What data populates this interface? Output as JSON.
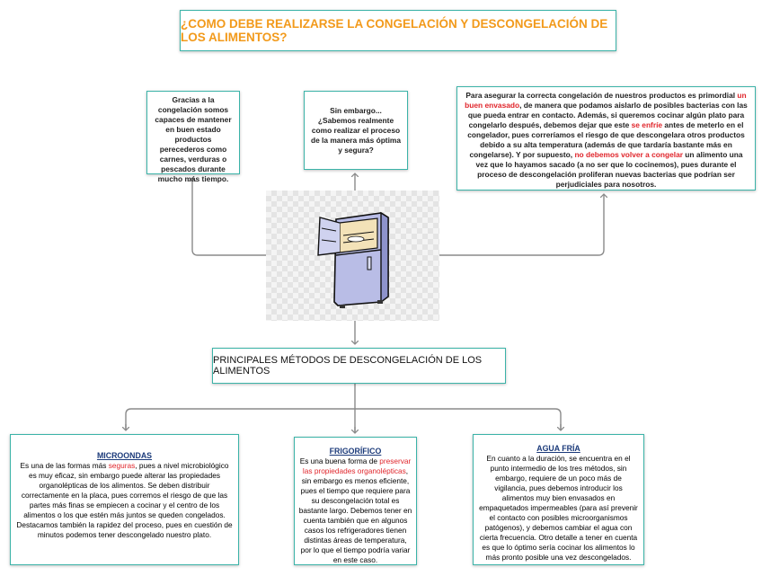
{
  "title": "¿COMO DEBE REALIZARSE LA CONGELACIÓN Y DESCONGELACIÓN DE LOS ALIMENTOS?",
  "box_left": "Gracias a la congelación somos capaces de mantener en buen estado productos perecederos como carnes, verduras o pescados durante mucho más tiempo.",
  "box_center": "Sin embargo... ¿Sabemos realmente como realizar el proceso de la manera más óptima y segura?",
  "box_right": {
    "t1": "Para asegurar la correcta congelación de nuestros productos es primordial ",
    "r1": "un buen envasado",
    "t2": ", de manera que podamos aislarlo de posibles bacterias con las que pueda entrar en contacto. Además, si queremos cocinar algún plato para congelarlo después, debemos dejar que este ",
    "r2": "se enfríe",
    "t3": " antes de meterlo en el congelador, pues correríamos el riesgo de que descongelara otros productos debido a su alta temperatura (además de que tardaría bastante más en congelarse). Y por supuesto, ",
    "r3": "no debemos volver a congelar",
    "t4": " un alimento una vez que lo hayamos sacado (a no ser que lo cocinemos), pues durante el proceso de descongelación proliferan nuevas bacterias que podrían ser perjudiciales para nosotros."
  },
  "main_heading": "PRINCIPALES MÉTODOS DE DESCONGELACIÓN DE LOS ALIMENTOS",
  "methods": {
    "microondas": {
      "heading": "MICROONDAS",
      "t1": "Es una  de las formas más ",
      "r1": "seguras",
      "t2": ", pues  a nivel microbiológico es muy eficaz, sin embargo puede alterar las propiedades organolépticas de los alimentos.  Se deben distribuir correctamente en la placa, pues corremos el riesgo de que las partes más finas se empiecen a cocinar y el centro de los alimentos o los que estén más juntos se queden congelados. Destacamos también la rapidez del proceso, pues en cuestión de minutos podemos tener descongelado nuestro plato."
    },
    "frigorifico": {
      "heading": "FRIGORÍFICO",
      "t1": "Es una buena forma de ",
      "r1": "preservar las propiedades organolépticas",
      "t2": ", sin embargo es menos eficiente, pues el tiempo que requiere para su descongelación total es bastante largo. Debemos tener en cuenta también que en algunos casos los refrigeradores tienen distintas áreas de temperatura, por lo que el tiempo podría variar en este caso."
    },
    "agua_fria": {
      "heading": "AGUA FRÍA",
      "t1": "En cuanto a la duración, se encuentra en el punto intermedio de los tres métodos, sin embargo, requiere de un poco más de vigilancia, pues debemos introducir los alimentos muy bien envasados en empaquetados impermeables (para así prevenir el contacto con posibles microorganismos patógenos), y debemos cambiar el agua con cierta frecuencia. Otro detalle a tener en cuenta es que lo óptimo sería cocinar los alimentos lo más pronto posible una vez descongelados."
    }
  },
  "colors": {
    "accent_border": "#3bb3a8",
    "title": "#f29a1b",
    "highlight": "#e0252b",
    "heading": "#1b3a7a",
    "connector": "#8a8a8a"
  },
  "image": {
    "icon": "fridge-icon"
  }
}
